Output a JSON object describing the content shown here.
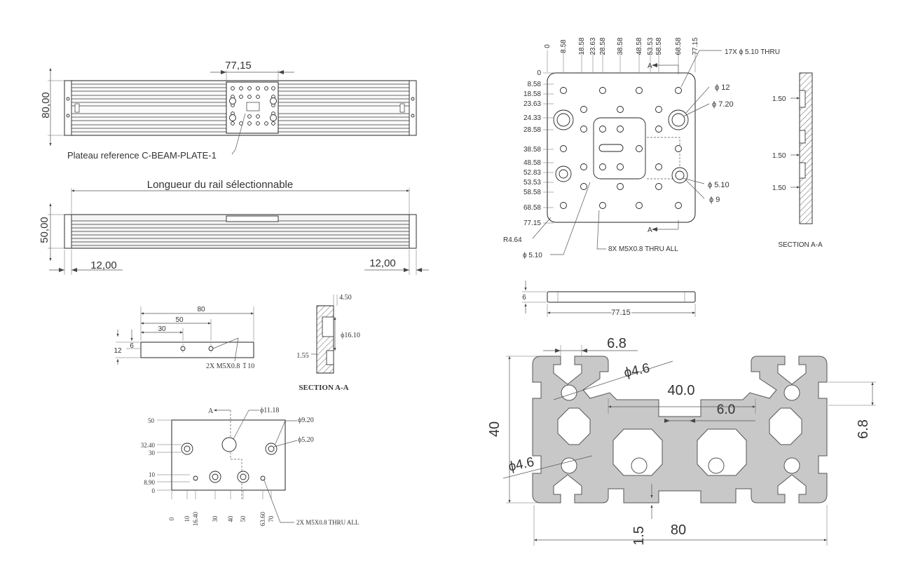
{
  "rail_views": {
    "top": {
      "width_dim": "80,00",
      "plate_dim": "77,15",
      "plate_label": "Plateau reference C-BEAM-PLATE-1"
    },
    "side": {
      "length_label": "Longueur du rail sélectionnable",
      "height_dim": "50,00",
      "left_end_dim": "12,00",
      "right_end_dim": "12,00"
    }
  },
  "block_views": {
    "side": {
      "dims": [
        "80",
        "50",
        "30",
        "6",
        "12"
      ],
      "note": "2X M5X0.8 ↧10"
    },
    "section": {
      "top_dim": "4.50",
      "bore_dim": "ϕ16.10",
      "wall_dim": "1.55",
      "title": "SECTION A-A"
    },
    "face": {
      "section_marker": "A",
      "y_dims": [
        "50",
        "32.40",
        "30",
        "10",
        "8.90",
        "0"
      ],
      "x_dims": [
        "0",
        "10",
        "16.40",
        "30",
        "40",
        "50",
        "63.60",
        "70"
      ],
      "big_hole": "ϕ11.18",
      "cbore_outer": "ϕ9.20",
      "cbore_inner": "ϕ5.20",
      "note": "2X M5X0.8 THRU ALL"
    }
  },
  "plate_views": {
    "x_dims": [
      "0",
      "8.58",
      "18.58",
      "23.63",
      "28.58",
      "38.58",
      "48.58",
      "53.53",
      "58.58",
      "68.58",
      "77.15"
    ],
    "y_dims": [
      "0",
      "8.58",
      "18.58",
      "23.63",
      "24.33",
      "28.58",
      "38.58",
      "48.58",
      "52.83",
      "53.53",
      "58.58",
      "68.58",
      "77.15"
    ],
    "corner_radius": "R4.64",
    "small_hole": "ϕ 5.10",
    "thru_note": "17X ϕ 5.10 THRU",
    "cbore_outer": "ϕ 12",
    "cbore_inner": "ϕ 7.20",
    "right_outer": "ϕ 9",
    "right_inner": "ϕ 5.10",
    "m5_note": "8X M5X0.8 THRU ALL",
    "section_marker": "A",
    "section_dims": [
      "1.50",
      "1.50",
      "1.50"
    ],
    "section_title": "SECTION A-A",
    "thickness_dim": "6",
    "width_dim": "77.15"
  },
  "profile_view": {
    "slot_dim": "6.8",
    "hole_top": "ϕ4.6",
    "pitch": "40.0",
    "slot_width": "6.0",
    "height": "40",
    "edge_dim": "6.8",
    "hole_left": "ϕ4.6",
    "wall": "1.5",
    "width": "80"
  }
}
